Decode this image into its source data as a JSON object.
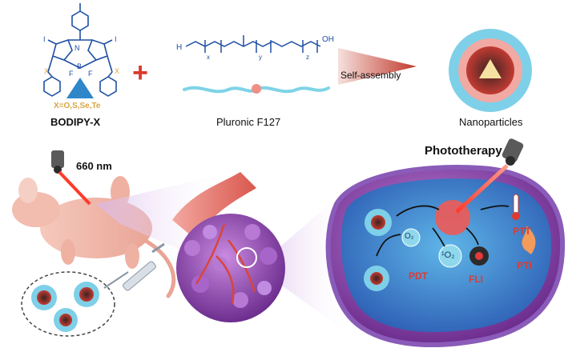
{
  "top": {
    "bodipy_label": "BODIPY-X",
    "x_substituents": "X=O,S,Se,Te",
    "plus_sign": "+",
    "polymer_label": "Pluronic F127",
    "arrow_label": "Self-assembly",
    "nanoparticle_label": "Nanoparticles",
    "formula_h": "H",
    "formula_oh": "OH",
    "sub_x": "x",
    "sub_y": "y",
    "sub_z": "z",
    "atom_n": "N",
    "atom_b": "B",
    "atom_f1": "F",
    "atom_f2": "F",
    "atom_x1": "X",
    "atom_x2": "X",
    "atom_i1": "I",
    "atom_i2": "I"
  },
  "bottom": {
    "laser_label": "660 nm",
    "section_title": "Phototherapy",
    "oxygen_label": "O₂",
    "singlet_oxygen_label": "¹O₂",
    "pdt_label": "PDT",
    "fli_label": "FLI",
    "ptt_label": "PTT",
    "pti_label": "PTI"
  },
  "colors": {
    "accent_red": "#e03a2f",
    "arrow_red": "#c0392b",
    "triangle_blue": "#2f86c9",
    "structure_blue": "#1f4fa3",
    "x_gold": "#d9a441",
    "polymer_cyan": "#7fd3e6",
    "cell_purple": "#a47bd6",
    "tumor_purple": "#a65fc6"
  }
}
